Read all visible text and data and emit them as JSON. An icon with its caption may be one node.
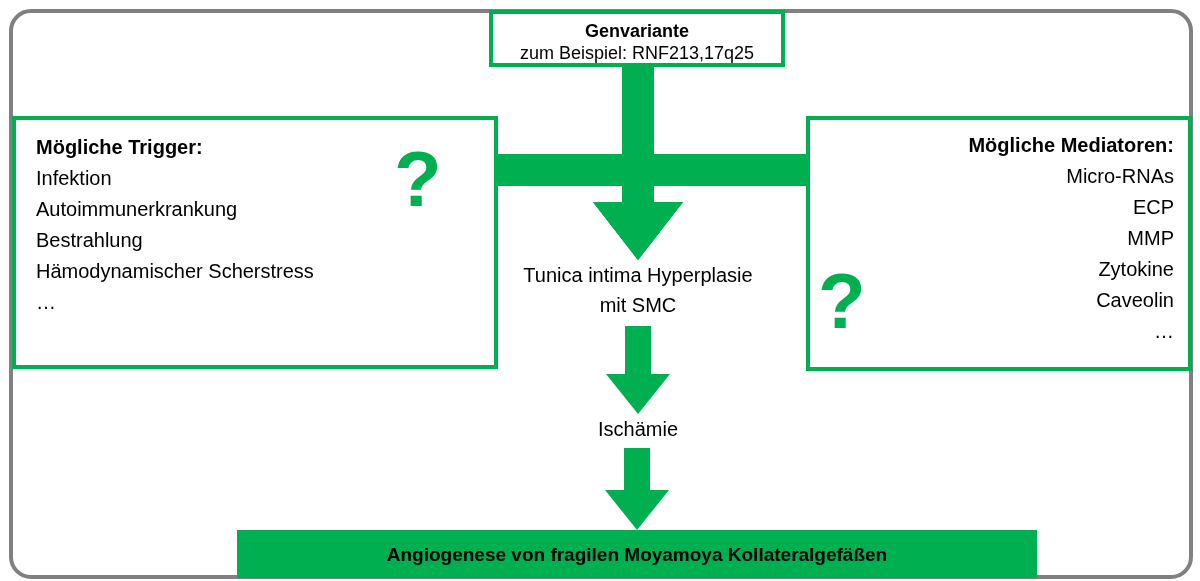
{
  "diagram": {
    "nodes": [
      {
        "text": [
          "Genvariante",
          "zum Beispiel: RNF213,17q25"
        ]
      },
      {
        "text": [
          "Mögliche Trigger:",
          "Infektion",
          "Autoimmunerkrankung",
          "Bestrahlung",
          "Hämodynamischer Scherstress",
          "…",
          "?"
        ]
      },
      {
        "text": [
          "Mögliche Mediatoren:",
          "Micro-RNAs",
          "ECP",
          "MMP",
          "Zytokine",
          "Caveolin",
          "…",
          "?"
        ]
      },
      {
        "text": [
          "Tunica intima Hyperplasie mit SMC"
        ]
      },
      {
        "text": [
          "Ischämie"
        ]
      },
      {
        "text": [
          "Angiogenese von fragilen Moyamoya Kollateralgefäßen"
        ]
      }
    ],
    "edges": [
      {
        "from": 0,
        "to": 3,
        "arrow": "to"
      },
      {
        "from": 1,
        "to": 3,
        "arrow": "to"
      },
      {
        "from": 2,
        "to": 3,
        "arrow": "to"
      },
      {
        "from": 3,
        "to": 4,
        "arrow": "to"
      },
      {
        "from": 4,
        "to": 5,
        "arrow": "to"
      }
    ]
  }
}
